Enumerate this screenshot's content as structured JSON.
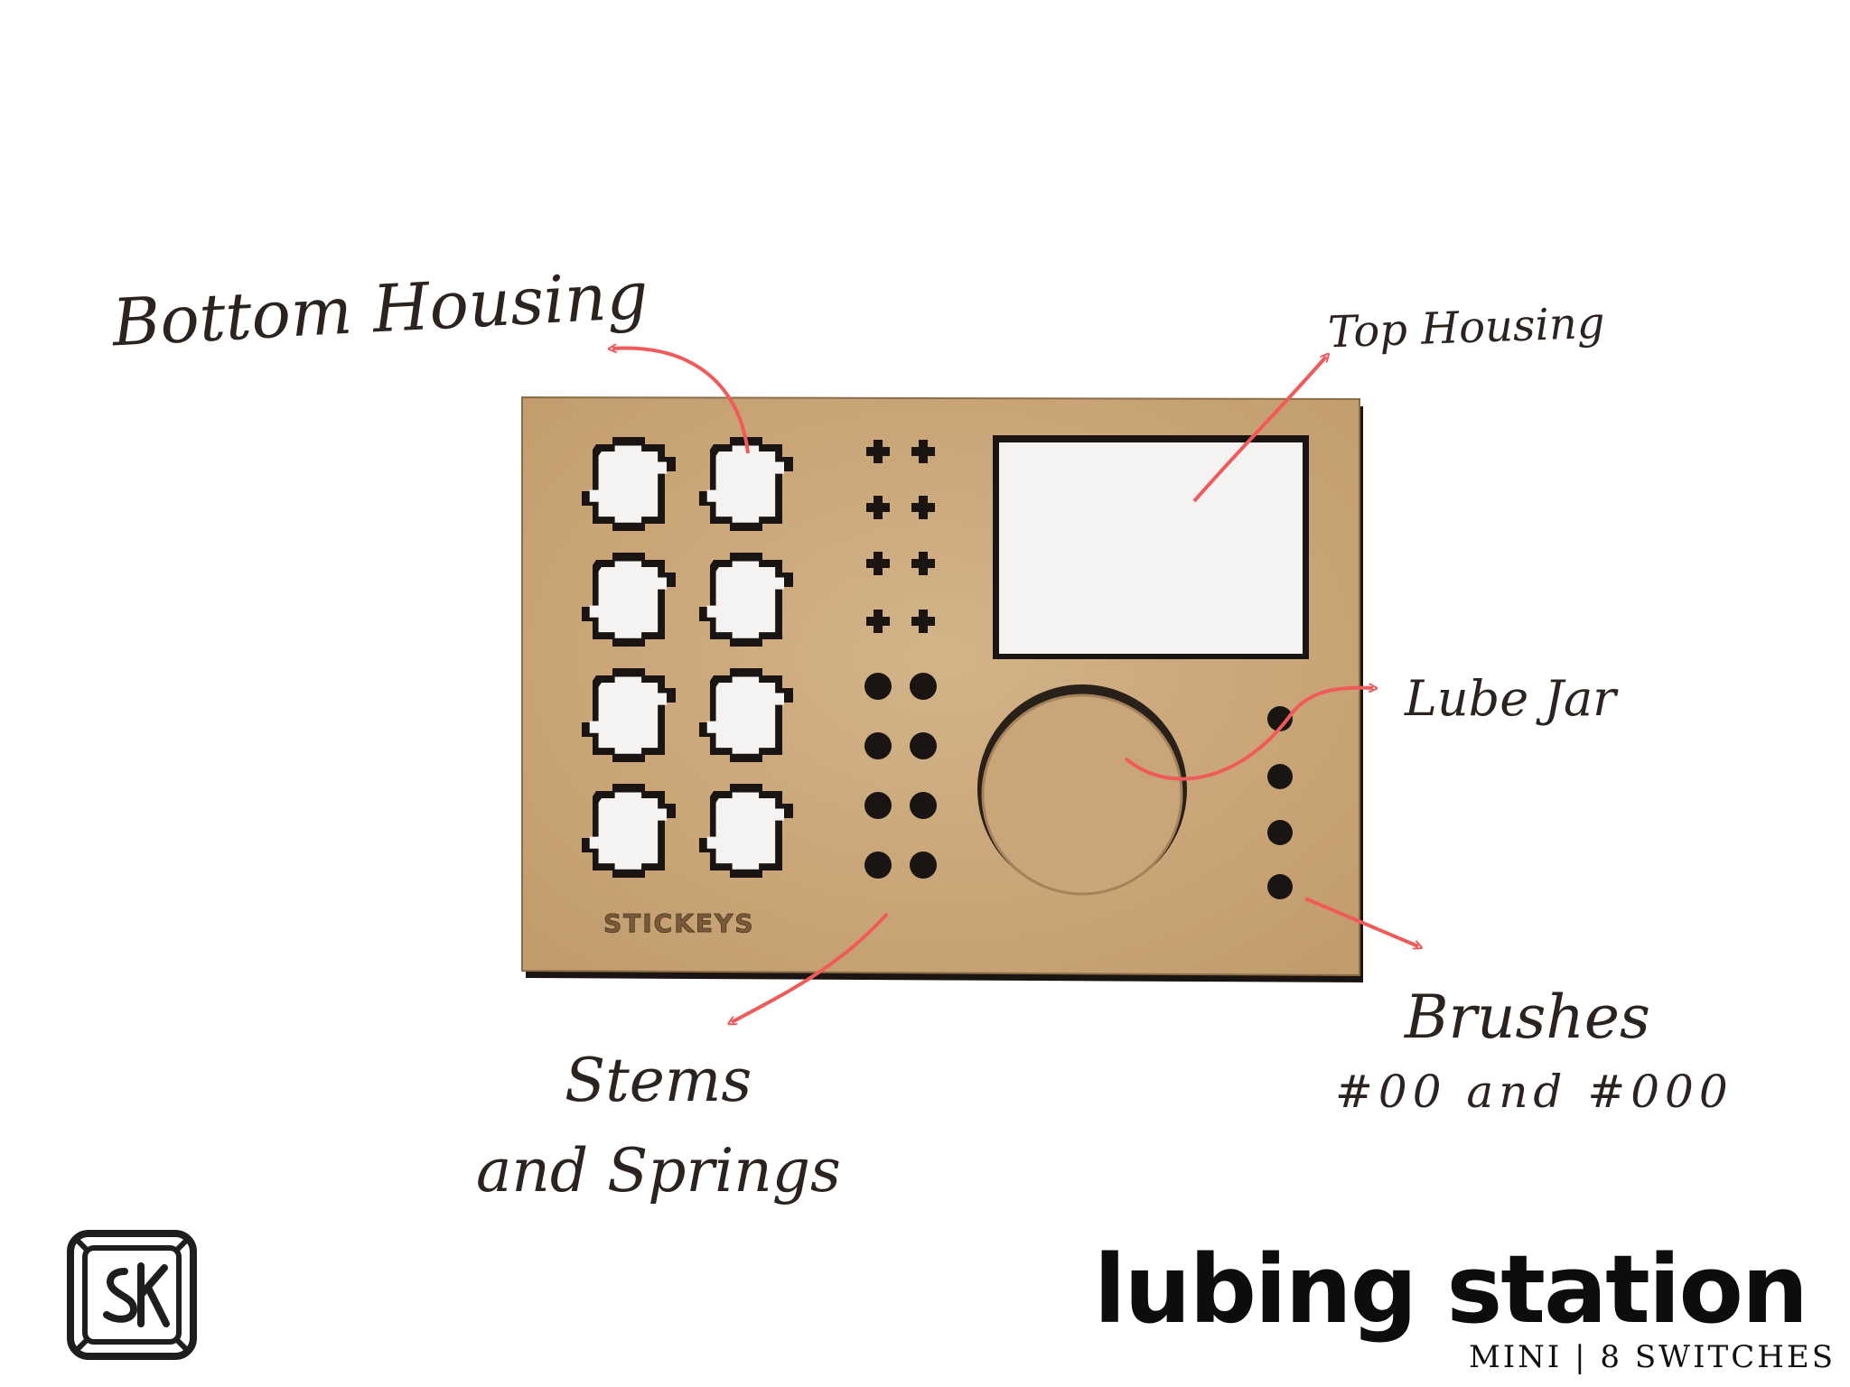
{
  "annotations": {
    "bottom_housing": "Bottom Housing",
    "top_housing": "Top Housing",
    "lube_jar": "Lube Jar",
    "brushes": "Brushes",
    "brush_sizes": "#00 and #000",
    "stems": "Stems",
    "springs": "and Springs"
  },
  "board": {
    "engraving": "STICKEYS",
    "color": "#c9a57a"
  },
  "product": {
    "title": "lubing station",
    "subtitle": "MINI | 8 SWITCHES"
  },
  "colors": {
    "arrow": "#f05a5a",
    "text": "#2b2320"
  },
  "logo": {
    "icon": "stickeys-sk-logo-icon"
  }
}
